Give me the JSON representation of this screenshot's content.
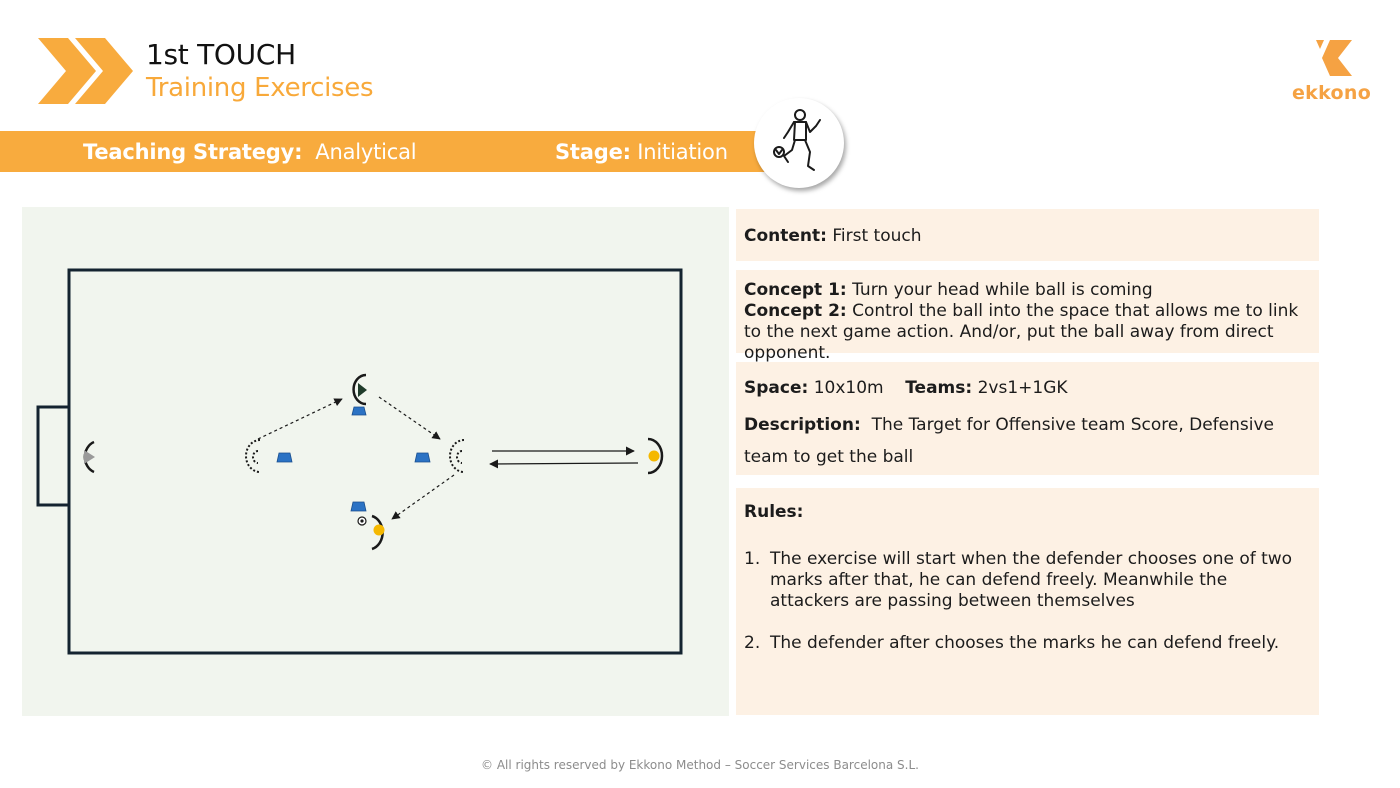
{
  "header": {
    "title": "1st TOUCH",
    "subtitle": "Training Exercises",
    "brand_name": "ekkono"
  },
  "band": {
    "strategy_label": "Teaching Strategy:",
    "strategy_value": "Analytical",
    "stage_label": "Stage:",
    "stage_value": "Initiation"
  },
  "cards": {
    "content_label": "Content:",
    "content_value": "First touch",
    "concept1_label": "Concept 1:",
    "concept1_value": "Turn your head while ball is coming",
    "concept2_label": "Concept 2:",
    "concept2_value": "Control the ball into the space that allows me to link to the next game action. And/or, put the ball away from direct opponent.",
    "space_label": "Space:",
    "space_value": "10x10m",
    "teams_label": "Teams:",
    "teams_value": "2vs1+1GK",
    "description_label": "Description:",
    "description_value": "The Target for Offensive team Score, Defensive team to get the ball",
    "rules_label": "Rules:",
    "rules": [
      {
        "num": "1.",
        "text": "The exercise will start when the defender chooses one of two marks after that, he can defend freely. Meanwhile the attackers are passing between themselves"
      },
      {
        "num": "2.",
        "text": "The defender after chooses the marks he can defend freely."
      }
    ]
  },
  "footer": {
    "copyright": "©  All rights reserved by Ekkono Method – Soccer Services Barcelona S.L."
  },
  "colors": {
    "brand_orange": "#f8ab3e",
    "card_bg": "#fdf1e4",
    "field_bg": "#f1f5ee",
    "cone_blue": "#2b72c4",
    "attacker_yellow": "#f5b800",
    "defender_green": "#1f3b2a",
    "goalkeeper_grey": "#9a9a9a"
  },
  "icons": {
    "logo": "double-chevron-icon",
    "brand": "ekkono-k-icon",
    "player": "soccer-player-kicking-icon"
  }
}
